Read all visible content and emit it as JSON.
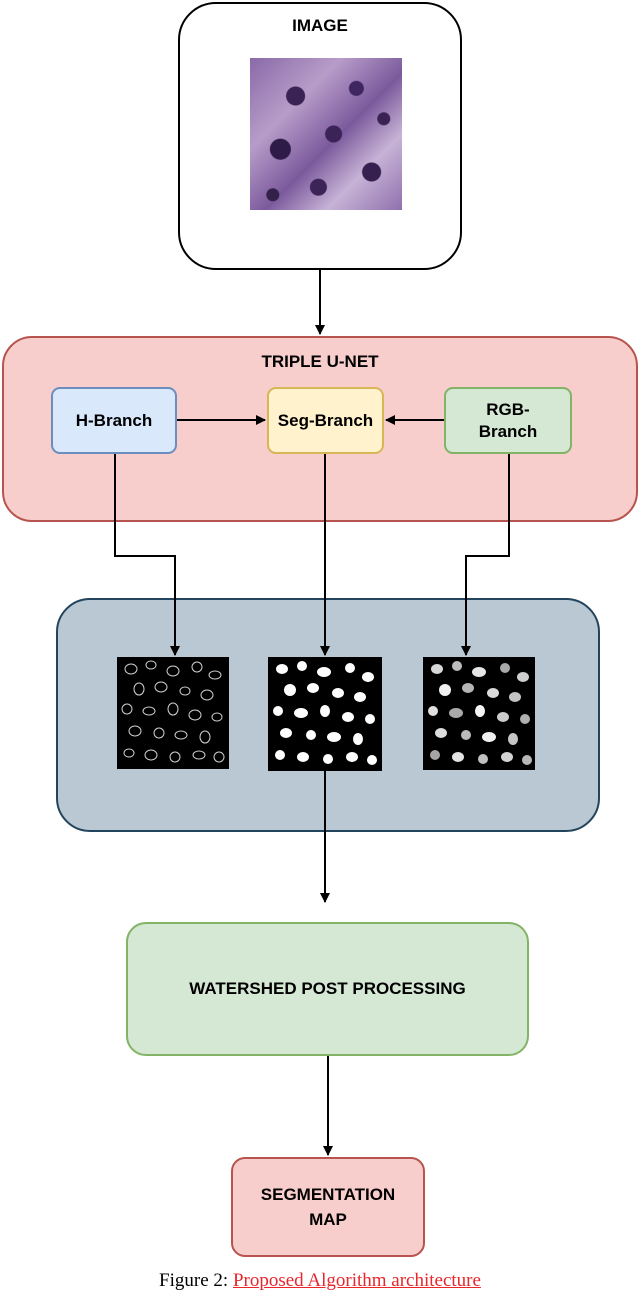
{
  "image_node": {
    "label": "IMAGE"
  },
  "unet": {
    "title": "TRIPLE U-NET",
    "h_branch": "H-Branch",
    "seg_branch": "Seg-Branch",
    "rgb_branch": "RGB-\nBranch"
  },
  "watershed": {
    "label": "WATERSHED POST PROCESSING"
  },
  "segmentation": {
    "label": "SEGMENTATION\nMAP"
  },
  "caption": {
    "prefix": "Figure 2: ",
    "title": "Proposed Algorithm architecture"
  },
  "colors": {
    "image_box_bg": "#ffffff",
    "unet_bg": "#f8cecc",
    "unet_border": "#b85450",
    "h_bg": "#dae8fc",
    "h_border": "#6c8ebf",
    "seg_bg": "#fff2cc",
    "seg_border": "#d6b656",
    "rgb_bg": "#d5e8d4",
    "rgb_border": "#82b366",
    "output_bg": "#bac8d3",
    "output_border": "#23445d",
    "watershed_bg": "#d5e8d4",
    "watershed_border": "#82b366",
    "seg_map_bg": "#f8cecc",
    "seg_map_border": "#b85450",
    "caption_accent": "#e8262b"
  }
}
